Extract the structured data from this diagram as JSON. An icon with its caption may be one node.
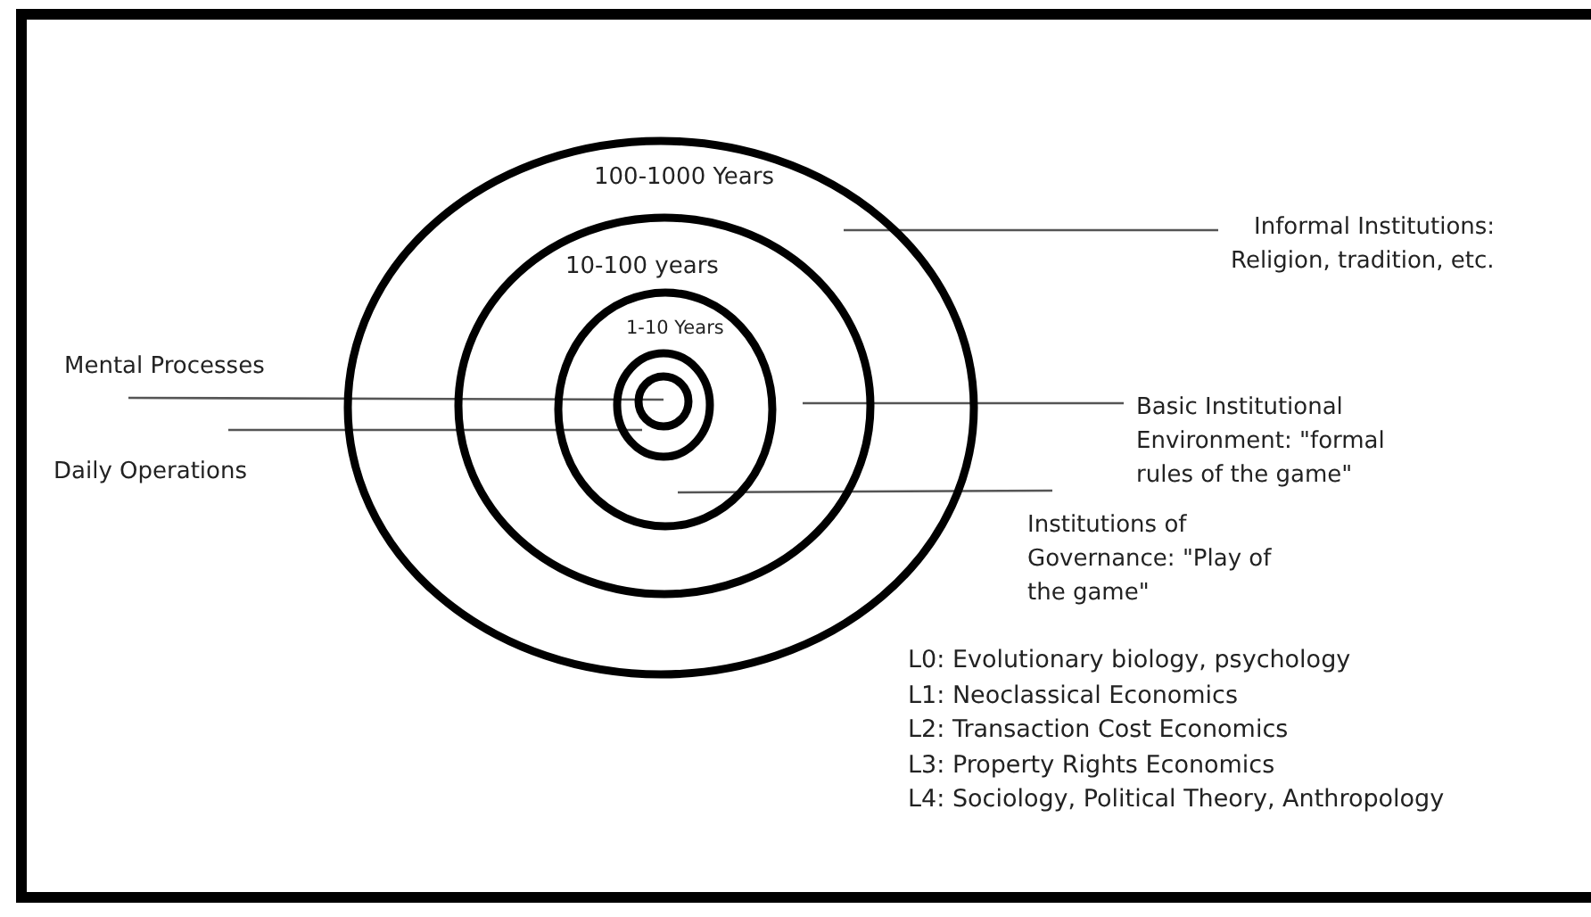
{
  "diagram": {
    "nodes": [
      {
        "text": [
          "100-1000 Years"
        ]
      },
      {
        "text": [
          "10-100 years"
        ],
        "in": 0
      },
      {
        "text": [
          "1-10 Years"
        ],
        "in": 1
      },
      {
        "text": [],
        "shape": "circle",
        "in": 2
      },
      {
        "text": [],
        "shape": "circle",
        "in": 3
      },
      {
        "text": [
          "Informal Institutions: Religion, tradition, etc."
        ]
      },
      {
        "text": [
          "Mental Processes"
        ]
      },
      {
        "text": [
          "Basic Institutional Environment: \"formal rules of the game\""
        ]
      },
      {
        "text": [
          "Daily Operations"
        ]
      },
      {
        "text": [
          "Institutions of Governance: \"Play of the game\""
        ]
      }
    ],
    "edges": [
      {
        "from": 5,
        "to": 0,
        "arrow": "none"
      },
      {
        "from": 6,
        "to": 4,
        "arrow": "none"
      },
      {
        "from": 7,
        "to": 1,
        "arrow": "none"
      },
      {
        "from": 8,
        "to": 3,
        "arrow": "none"
      },
      {
        "from": 9,
        "to": 2,
        "arrow": "none"
      }
    ],
    "labels": [
      "L0: Evolutionary biology, psychology",
      "L1: Neoclassical Economics",
      "L2: Transaction Cost Economics",
      "L3: Property Rights Economics",
      "L4: Sociology, Political Theory, Anthropology"
    ]
  }
}
